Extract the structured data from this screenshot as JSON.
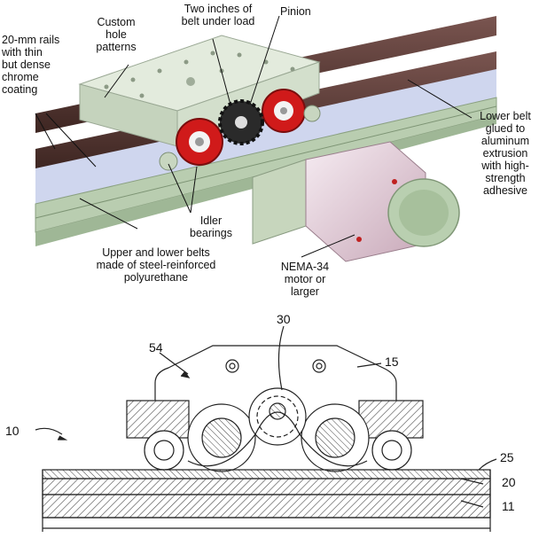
{
  "callouts": {
    "rails": "20-mm rails\nwith thin\nbut dense\nchrome\ncoating",
    "holes": "Custom\nhole\npatterns",
    "belt_load": "Two inches of\nbelt under load",
    "pinion": "Pinion",
    "lower_belt": "Lower belt\nglued to\naluminum\nextrusion\nwith high-\nstrength\nadhesive",
    "idler": "Idler\nbearings",
    "belts": "Upper and lower belts\nmade of steel-reinforced\npolyurethane",
    "motor": "NEMA-34\nmotor or\nlarger"
  },
  "refs": {
    "r30": "30",
    "r54": "54",
    "r15": "15",
    "r10": "10",
    "r25": "25",
    "r20": "20",
    "r11": "11"
  },
  "colors": {
    "rail_dark": "#5a3a35",
    "extrusion_green": "#b9cdb0",
    "belt_blue": "#cfd6ee",
    "carriage": "#dce6d6",
    "wheel_red": "#d01a1a",
    "motor": "#e8d4df"
  }
}
